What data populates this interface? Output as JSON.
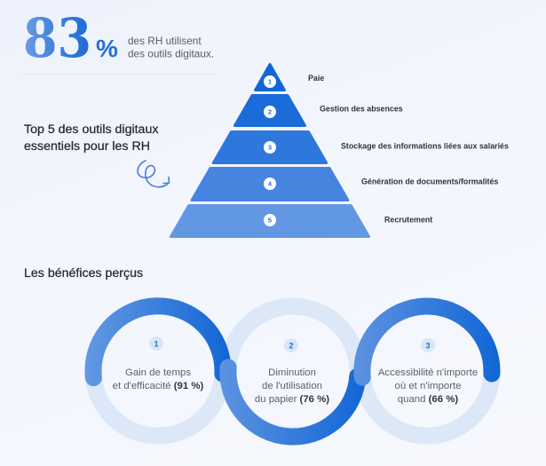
{
  "stat": {
    "value": "83",
    "unit": "%",
    "caption_line1": "des RH utilisent",
    "caption_line2": "des outils digitaux."
  },
  "pyramid_section": {
    "title_line1": "Top 5 des outils digitaux",
    "title_line2": "essentiels pour les RH",
    "decor_icon": "curly-arrow-icon",
    "tiers": [
      {
        "rank": "1",
        "label": "Paie",
        "color": "#1266d4"
      },
      {
        "rank": "2",
        "label": "Gestion des absences",
        "color": "#1a6cd8"
      },
      {
        "rank": "3",
        "label": "Stockage des informations liées aux salariés",
        "color": "#2e77dc"
      },
      {
        "rank": "4",
        "label": "Génération de documents/formalités",
        "color": "#4685df"
      },
      {
        "rank": "5",
        "label": "Recrutement",
        "color": "#6297e3"
      }
    ]
  },
  "benefits_section": {
    "title": "Les bénéfices perçus",
    "items": [
      {
        "rank": "1",
        "line1": "Gain de temps",
        "line2_text": "et d'efficacité ",
        "percent": "(91 %)"
      },
      {
        "rank": "2",
        "line1": "Diminution",
        "line2": "de l'utilisation",
        "line3_text": "du papier ",
        "percent": "(76 %)"
      },
      {
        "rank": "3",
        "line1": "Accessibilité n'importe",
        "line2": "où et n'importe",
        "line3_text": "quand ",
        "percent": "(66 %)"
      }
    ]
  },
  "colors": {
    "accent_dark": "#1368d6",
    "accent_light": "#5f93e1",
    "ring_track": "#dce7f7",
    "badge_bg": "#d9e6f8",
    "background": "#f0f3fd"
  }
}
